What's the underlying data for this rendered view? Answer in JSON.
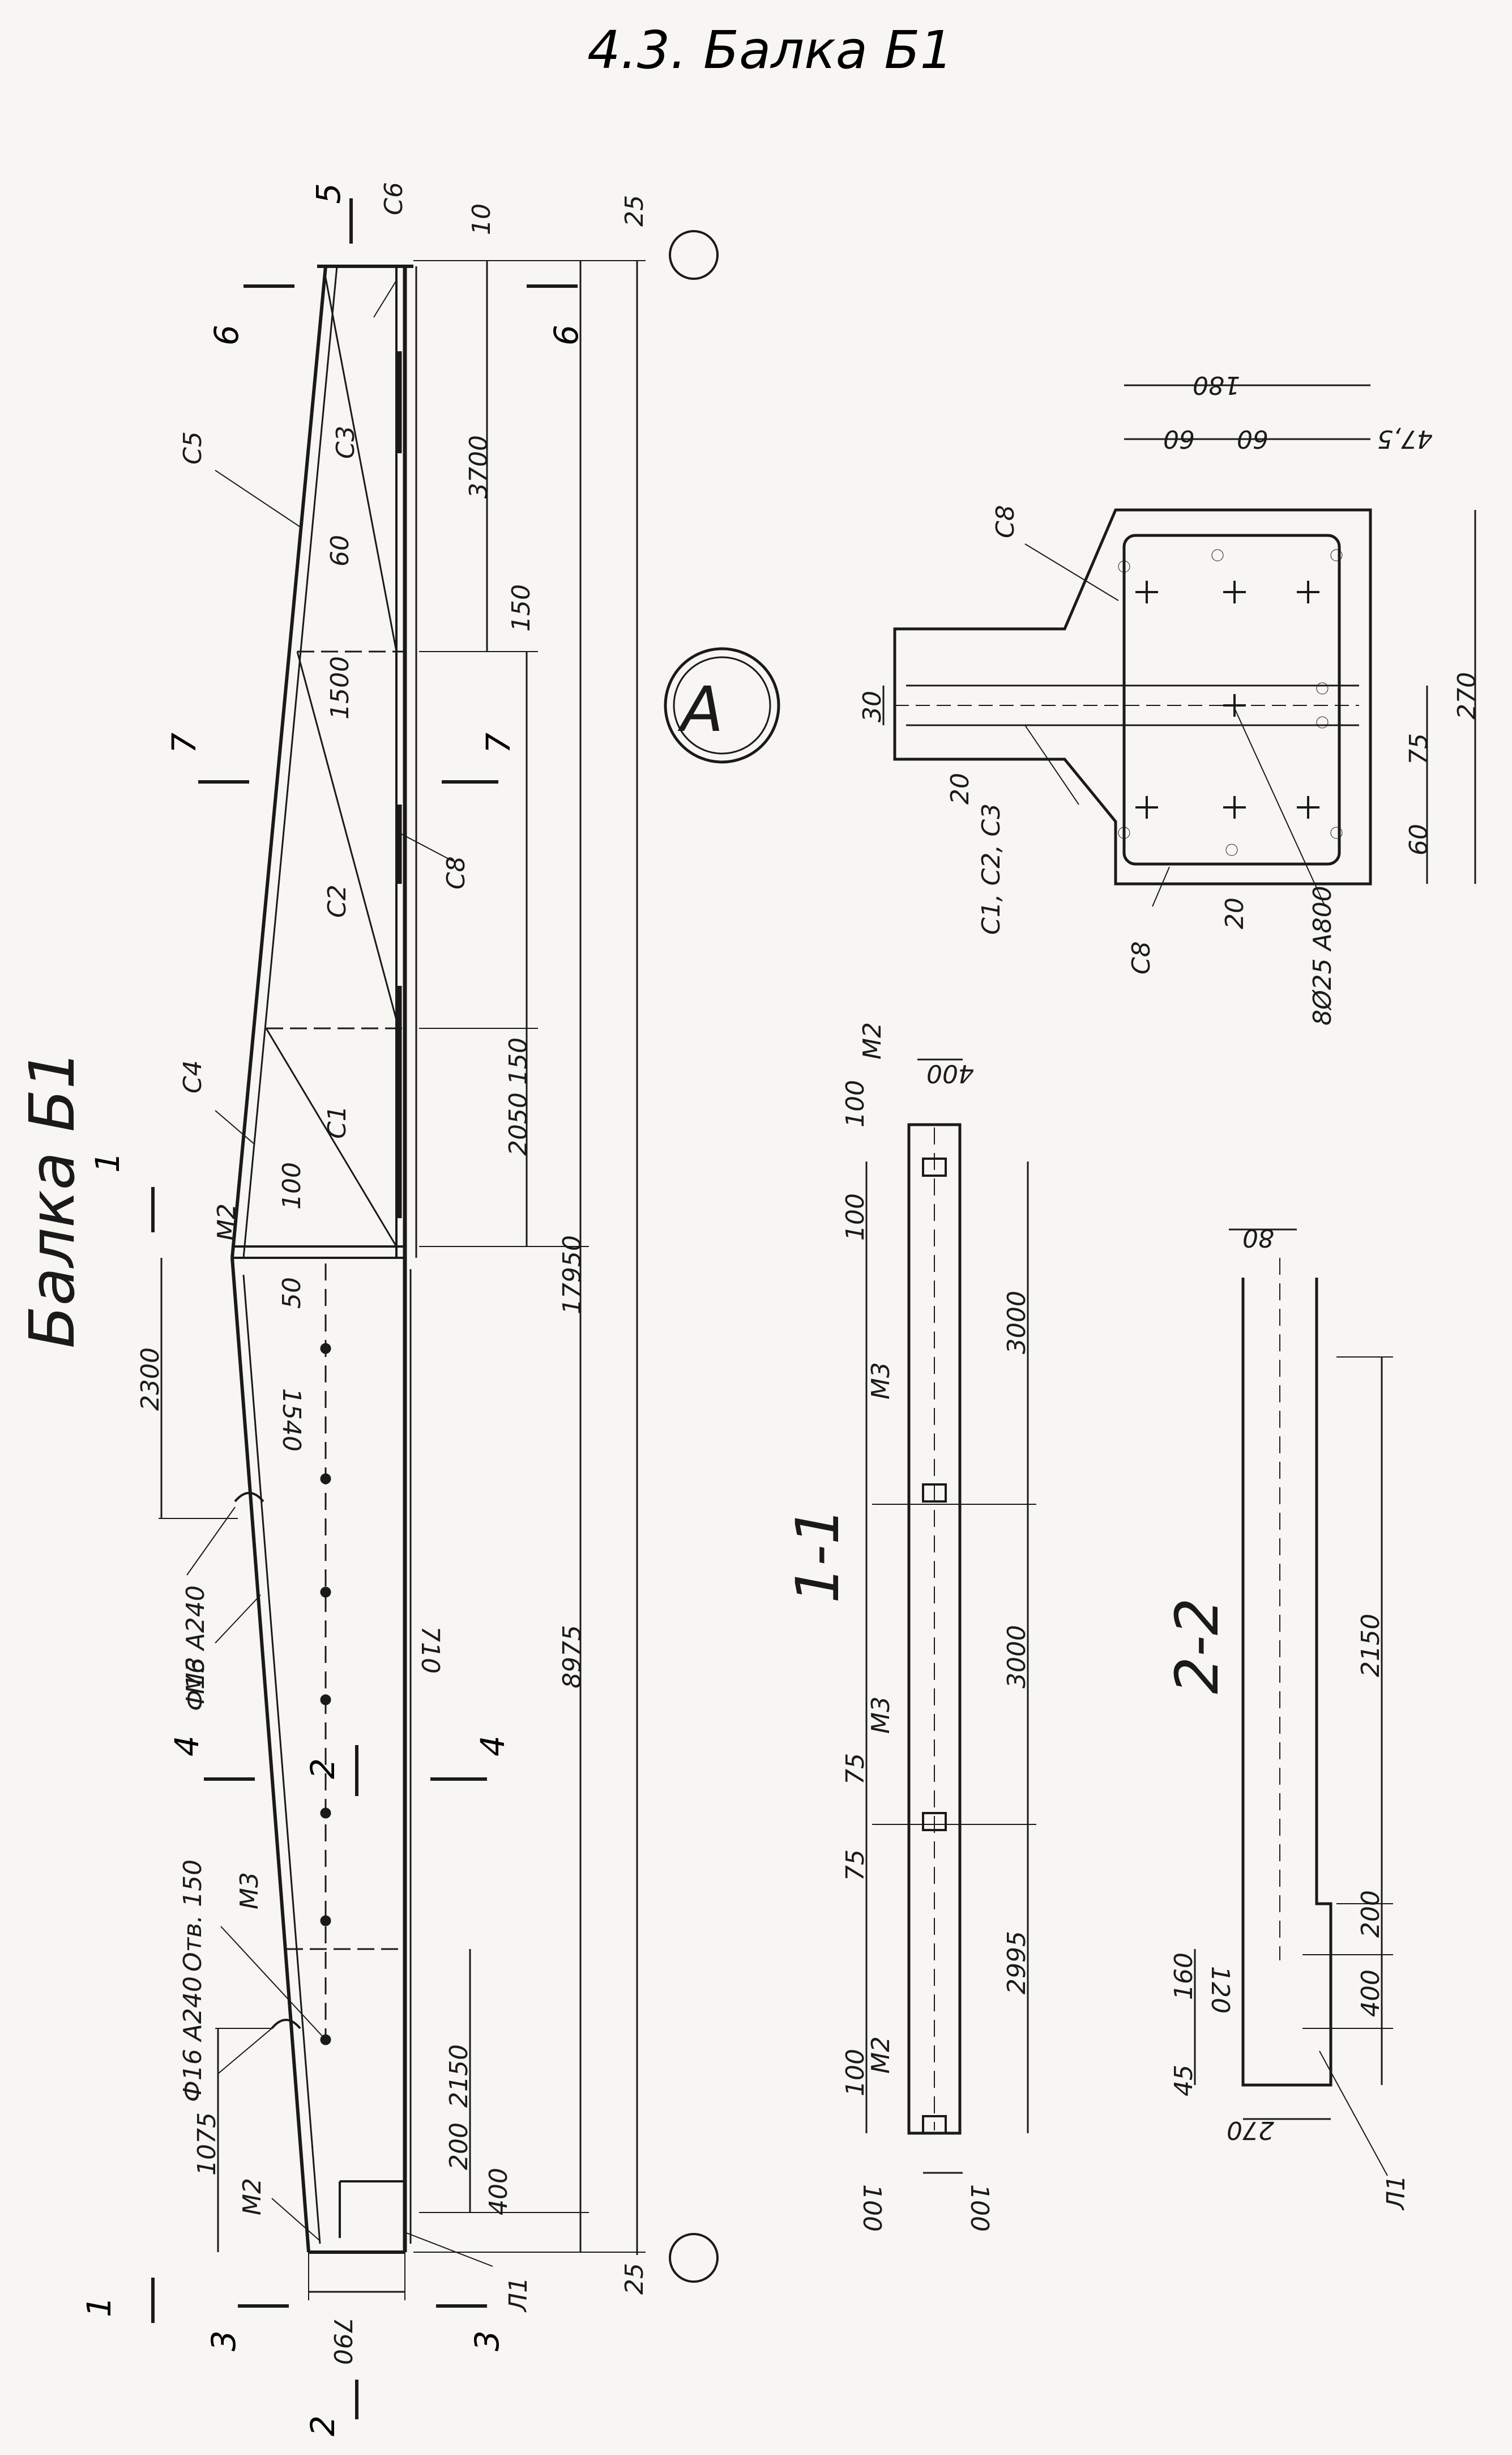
{
  "header": {
    "title": "4.3. Балка Б1"
  },
  "main_view": {
    "title": "Балка Б1",
    "circle_label": "А",
    "marks": {
      "s1": "С1",
      "s2": "С2",
      "s3": "С3",
      "s4": "С4",
      "s5": "С5",
      "s6": "С6",
      "s8": "С8",
      "m2": "М2",
      "m3": "М3",
      "l1": "Л1",
      "bar1": "Ф16 А240",
      "bar2": "Ф16 А240",
      "hole": "Отв. 150"
    },
    "cuts": {
      "c1": "1",
      "c2": "2",
      "c3": "3",
      "c4": "4",
      "c5": "5",
      "c6": "6",
      "c7": "7"
    },
    "dims": {
      "d25_top": "25",
      "d25_bottom": "25",
      "d10": "10",
      "d3700": "3700",
      "d60": "60",
      "d150_a": "150",
      "d1500": "1500",
      "d150_b": "150",
      "d2050": "2050",
      "d100": "100",
      "d50": "50",
      "d17950": "17950",
      "d8975": "8975",
      "d1540": "1540",
      "d710": "710",
      "d2300": "2300",
      "d1075": "1075",
      "d2150": "2150",
      "d200": "200",
      "d400": "400",
      "d790": "790"
    }
  },
  "detail_a": {
    "marks": {
      "c8a": "С8",
      "c8b": "С8",
      "c123": "С1, С2, С3",
      "rebar": "8Ø25 А800"
    },
    "dims": {
      "d180": "180",
      "d60a": "60",
      "d60b": "60",
      "d47": "47,5",
      "d30": "30",
      "d20a": "20",
      "d20b": "20",
      "d270": "270",
      "d75": "75",
      "d60c": "60"
    }
  },
  "section_1_1": {
    "title": "1-1",
    "marks": {
      "m2a": "М2",
      "m3a": "М3",
      "m3b": "М3",
      "m2b": "М2"
    },
    "dims": {
      "d400": "400",
      "d100a": "100",
      "d100b": "100",
      "d3000a": "3000",
      "d3000b": "3000",
      "d75a": "75",
      "d75b": "75",
      "d2995": "2995",
      "d100c": "100",
      "d100d": "100",
      "d100e": "100"
    }
  },
  "section_2_2": {
    "title": "2-2",
    "marks": {
      "l1": "Л1"
    },
    "dims": {
      "d80": "80",
      "d2150": "2150",
      "d200": "200",
      "d160": "160",
      "d120": "120",
      "d400": "400",
      "d45": "45",
      "d270": "270"
    }
  }
}
